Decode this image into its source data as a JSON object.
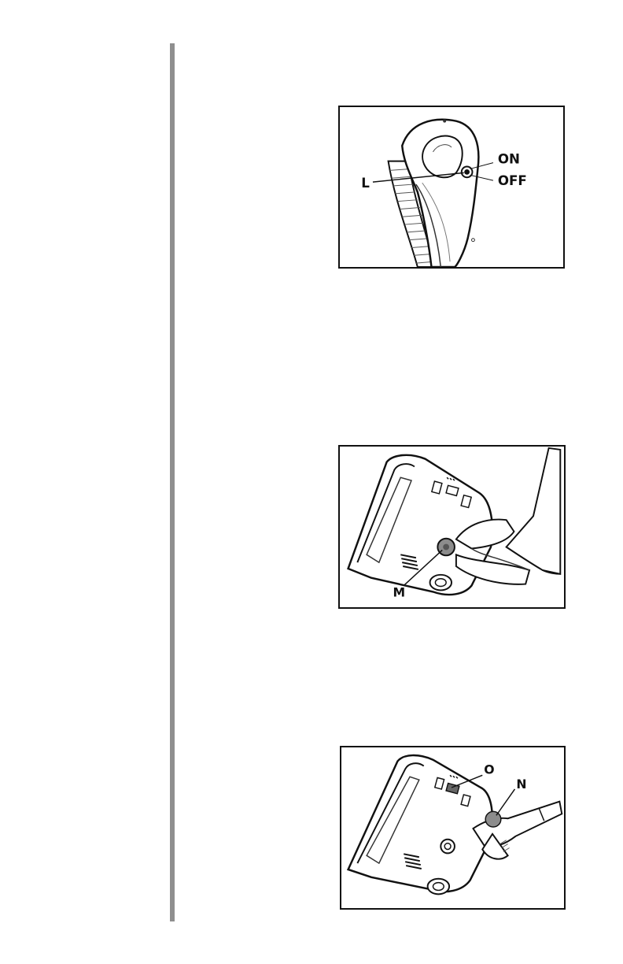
{
  "figures": [
    {
      "labels": {
        "part": "L",
        "on": "ON",
        "off": "OFF"
      },
      "icon": "vacuum-handle-power-switch"
    },
    {
      "labels": {
        "part": "M"
      },
      "icon": "vacuum-nozzle-height-pedal"
    },
    {
      "labels": {
        "part_o": "O",
        "part_n": "N"
      },
      "icon": "vacuum-nozzle-hose-release"
    }
  ]
}
